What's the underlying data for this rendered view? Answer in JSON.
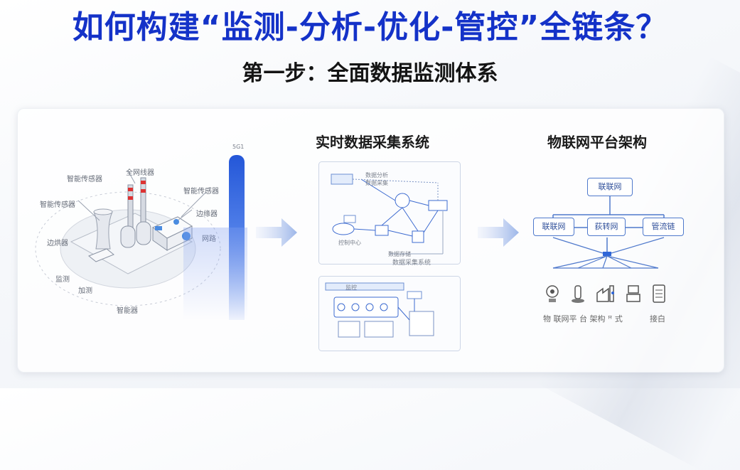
{
  "header": {
    "title": "如何构建“监测-分析-优化-管控”全链条？",
    "subtitle": "第一步：全面数据监测体系"
  },
  "illustration": {
    "labels": [
      "智能传感器",
      "全网线器",
      "智能传感器",
      "智能传感器",
      "边缘器",
      "网路",
      "边烘器",
      "监测",
      "加测",
      "智能器"
    ],
    "bar_label": "5G1"
  },
  "middle": {
    "title": "实时数据采集系统",
    "bottom_caption": "数据采集系统",
    "small_labels": [
      "数据分析",
      "数据采集",
      "控制中心",
      "数据存储",
      "监控"
    ]
  },
  "right": {
    "title": "物联网平台架构",
    "top_box": "联联网",
    "boxes": [
      "联联网",
      "荻转网",
      "管流链"
    ],
    "bottom_text": "物 联网平 台 架构 ꟸ 式",
    "bottom_text_2": "接白"
  },
  "icons": [
    "camera-icon",
    "sensor-icon",
    "factory-icon",
    "device-icon",
    "server-icon"
  ],
  "colors": {
    "accent": "#1432c8",
    "flow": "#4f79cc"
  }
}
